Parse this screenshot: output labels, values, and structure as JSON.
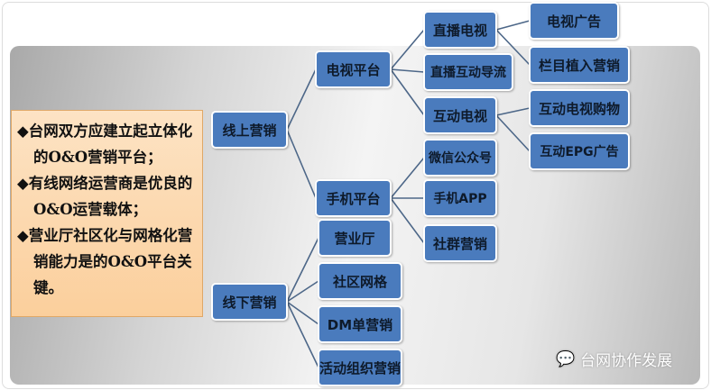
{
  "notes": [
    "◆台网双方应建立起立体化的O&O营销平台；",
    "◆有线网络运营商是优良的O&O运营载体；",
    "◆营业厅社区化与网格化营销能力是的O&O平台关键。"
  ],
  "nodes": {
    "online": "线上营销",
    "offline": "线下营销",
    "tv_platform": "电视平台",
    "mobile_platform": "手机平台",
    "store": "营业厅",
    "community_grid": "社区网格",
    "dm": "DM单营销",
    "events": "活动组织营销",
    "live_tv": "直播电视",
    "live_interactive": "直播互动导流",
    "interactive_tv": "互动电视",
    "wechat": "微信公众号",
    "app": "手机APP",
    "social": "社群营销",
    "tv_ads": "电视广告",
    "program_placement": "栏目植入营销",
    "tv_shopping": "互动电视购物",
    "epg_ads": "互动EPG广告"
  },
  "watermark": "台网协作发展"
}
